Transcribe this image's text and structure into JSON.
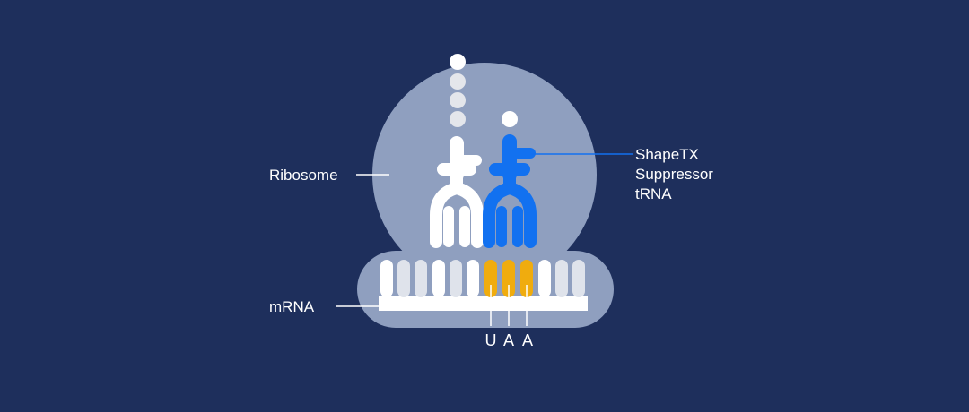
{
  "colors": {
    "background": "#1e2f5c",
    "ribosome": "#8f9fbf",
    "trna_native": "#ffffff",
    "trna_suppressor": "#1271f0",
    "stop_codon": "#f0ac0e",
    "mrna": "#ffffff",
    "mrna_teeth_pale": "#dfe3eb",
    "amino_acid_chain": "#e4e6eb"
  },
  "labels": {
    "ribosome": "Ribosome",
    "suppressor_line1": "ShapeTX",
    "suppressor_line2": "Suppressor",
    "suppressor_line3": "tRNA",
    "mrna": "mRNA"
  },
  "codon": [
    "U",
    "A",
    "A"
  ]
}
